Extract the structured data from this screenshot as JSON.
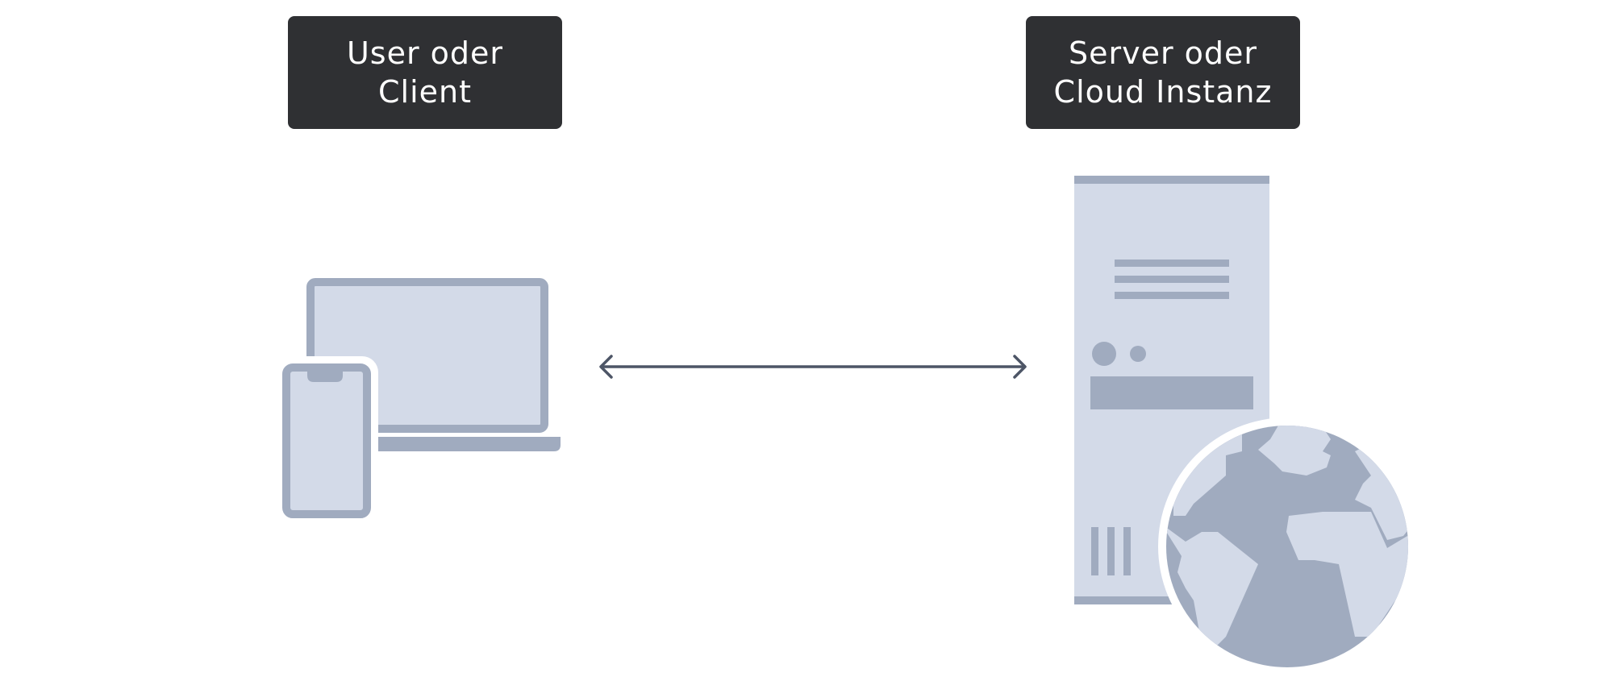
{
  "client_label": {
    "line1": "User oder",
    "line2": "Client"
  },
  "server_label": {
    "line1": "Server oder",
    "line2": "Cloud Instanz"
  },
  "colors": {
    "label_bg": "#2f3033",
    "label_text": "#ffffff",
    "device_fill": "#d3dae8",
    "device_stroke": "#a0abbf",
    "arrow": "#4d5566",
    "background": "#ffffff"
  },
  "icons": {
    "client": [
      "laptop-icon",
      "smartphone-icon"
    ],
    "server": [
      "server-tower-icon",
      "globe-icon"
    ],
    "connection": "bidirectional-arrow"
  }
}
